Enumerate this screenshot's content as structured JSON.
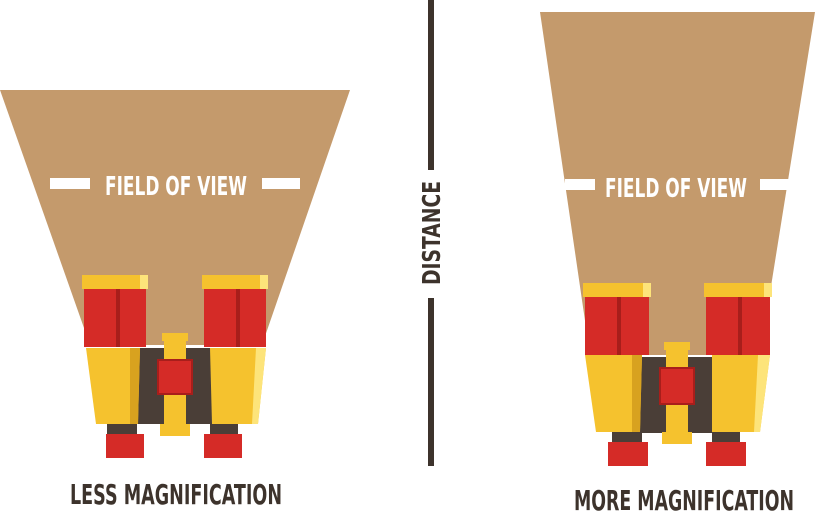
{
  "left_panel": {
    "field_label": "FIELD OF VIEW",
    "caption": "LESS MAGNIFICATION"
  },
  "right_panel": {
    "field_label": "FIELD OF VIEW",
    "caption": "MORE MAGNIFICATION"
  },
  "divider": {
    "label": "DISTANCE"
  },
  "colors": {
    "field": "#c49a6c",
    "divider": "#3d332c",
    "body_dark": "#4a3e37",
    "yellow": "#f5c22e",
    "yellow_light": "#fde47a",
    "red": "#d52b27",
    "red_dark": "#a81e1b",
    "label_text": "#ffffff",
    "caption_text": "#3d332c"
  }
}
